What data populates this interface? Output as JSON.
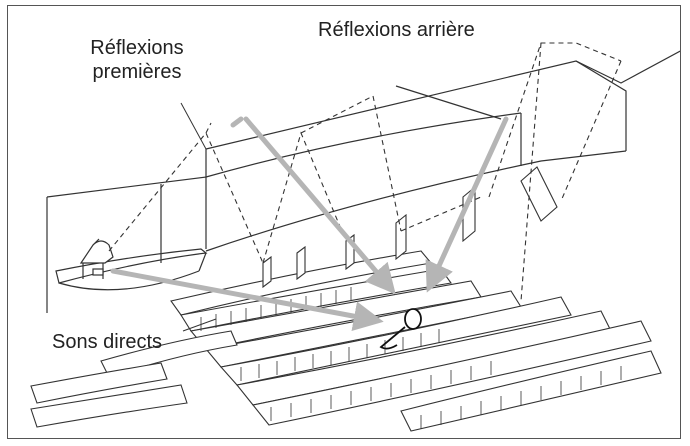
{
  "labels": {
    "early_reflections_line1": "Réflexions",
    "early_reflections_line2": "premières",
    "back_reflections": "Réflexions arrière",
    "direct_sounds": "Sons directs"
  },
  "colors": {
    "frame": "#555555",
    "line_art": "#333333",
    "sound_arrows": "#b5b5b5"
  }
}
